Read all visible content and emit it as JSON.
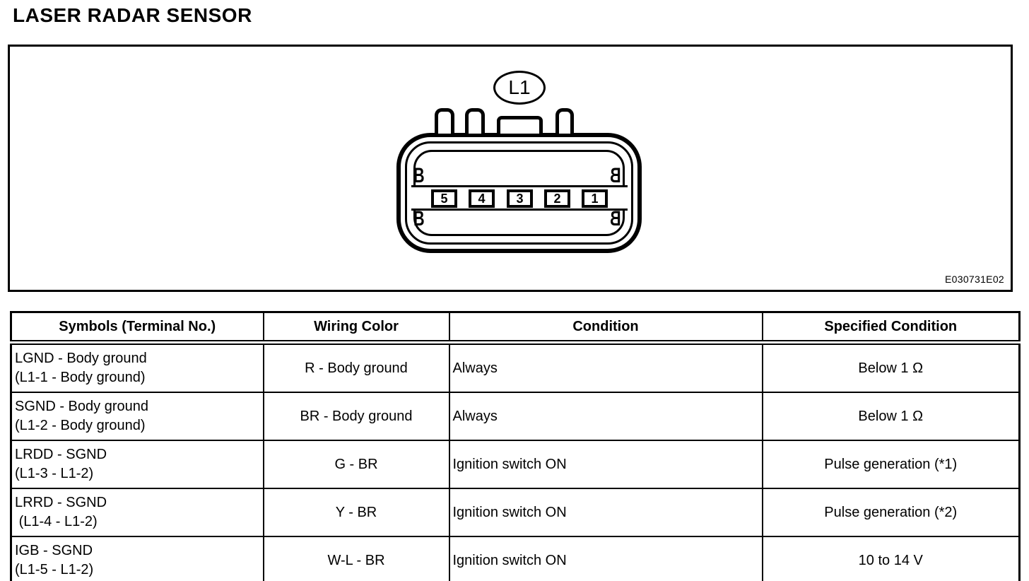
{
  "page_title": "LASER RADAR SENSOR",
  "diagram": {
    "connector_label": "L1",
    "figure_code": "E030731E02",
    "latch_letter": "B",
    "pins": [
      "5",
      "4",
      "3",
      "2",
      "1"
    ]
  },
  "table": {
    "headers": [
      "Symbols (Terminal No.)",
      "Wiring Color",
      "Condition",
      "Specified Condition"
    ],
    "rows": [
      {
        "symbol": "LGND - Body ground\n(L1-1 - Body ground)",
        "wiring_color": "R - Body ground",
        "condition": "Always",
        "specified_condition": "Below 1 Ω"
      },
      {
        "symbol": "SGND - Body ground\n(L1-2 - Body ground)",
        "wiring_color": "BR - Body ground",
        "condition": "Always",
        "specified_condition": "Below 1 Ω"
      },
      {
        "symbol": "LRDD - SGND\n(L1-3 - L1-2)",
        "wiring_color": "G - BR",
        "condition": "Ignition switch ON",
        "specified_condition": "Pulse generation (*1)"
      },
      {
        "symbol": "LRRD - SGND\n (L1-4 - L1-2)",
        "wiring_color": "Y - BR",
        "condition": "Ignition switch ON",
        "specified_condition": "Pulse generation (*2)"
      },
      {
        "symbol": "IGB - SGND\n(L1-5 - L1-2)",
        "wiring_color": "W-L - BR",
        "condition": "Ignition switch ON",
        "specified_condition": "10 to 14 V"
      }
    ]
  }
}
